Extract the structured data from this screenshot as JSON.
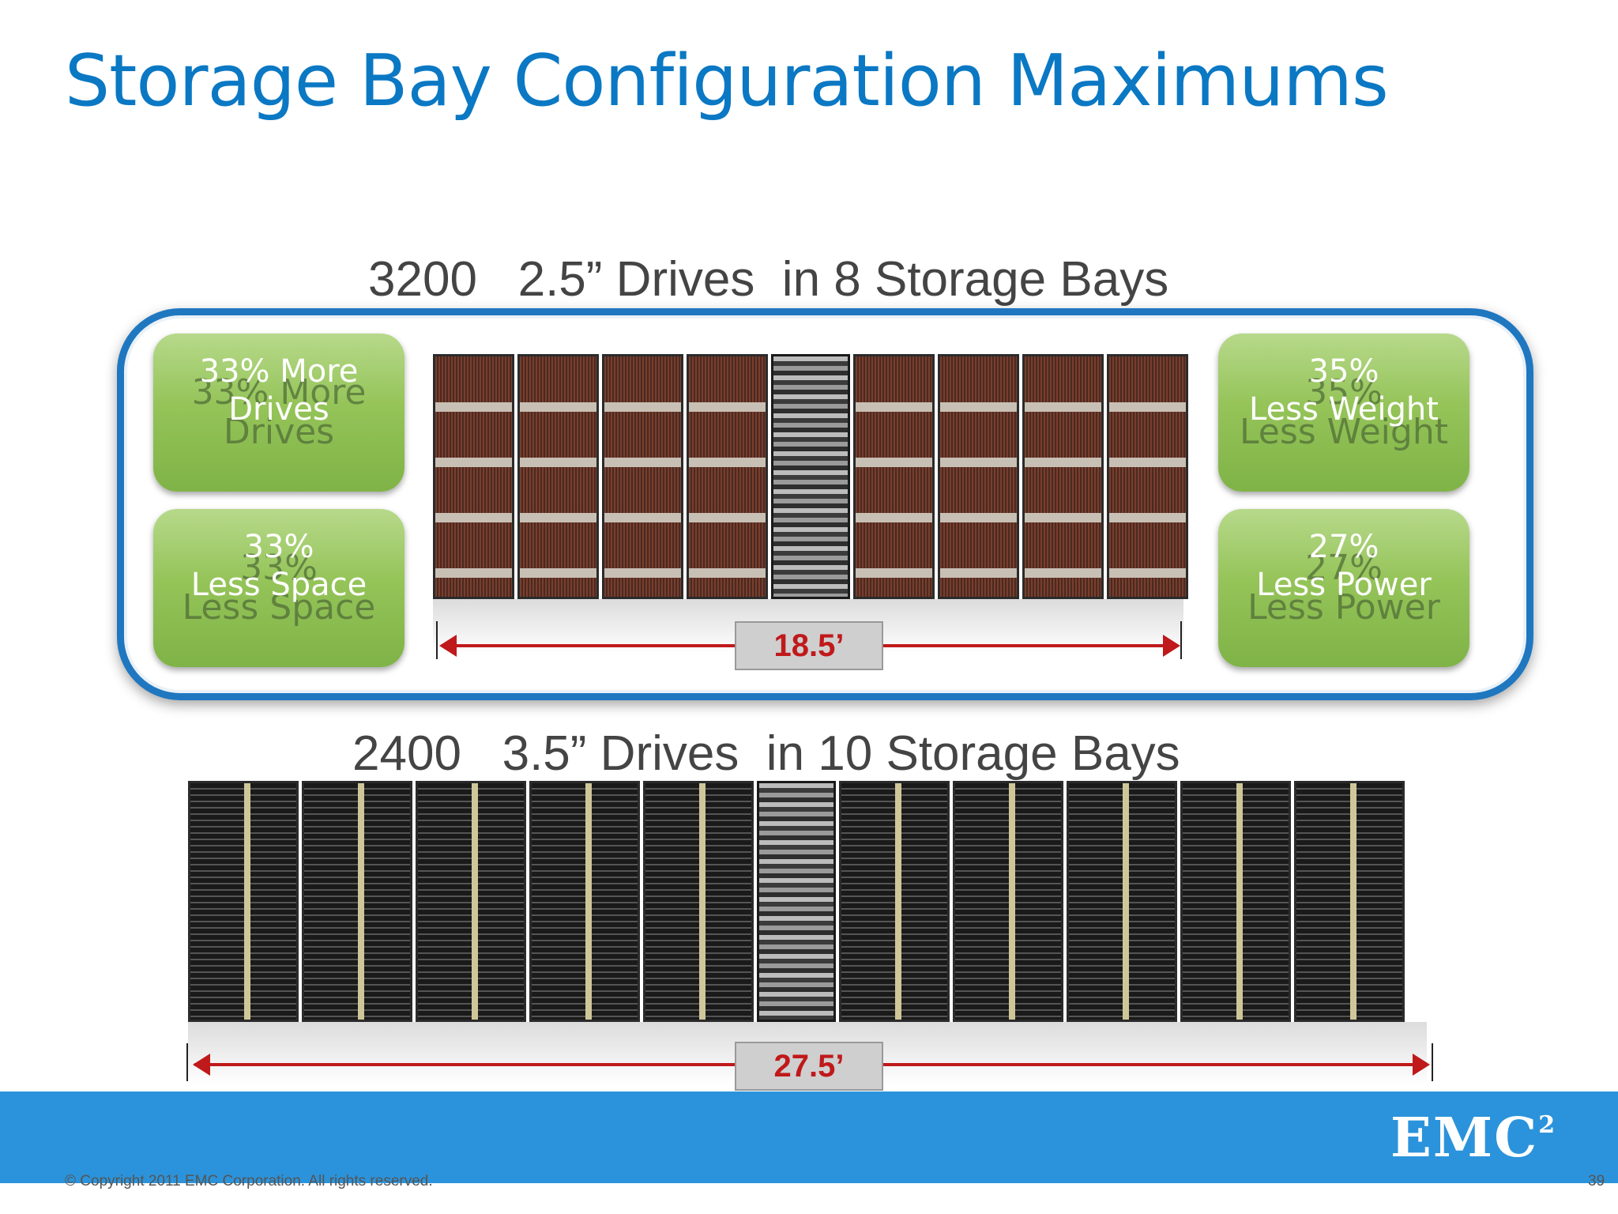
{
  "slide": {
    "title": "Storage Bay Configuration Maximums",
    "top_heading": "3200   2.5” Drives  in 8 Storage Bays",
    "bottom_heading": "2400   3.5” Drives  in 10 Storage Bays",
    "badges": [
      {
        "text": "33% More\nDrives"
      },
      {
        "text": "33%\nLess Space"
      },
      {
        "text": "35%\nLess Weight"
      },
      {
        "text": "27%\nLess Power"
      }
    ],
    "top_width_label": "18.5’",
    "bottom_width_label": "27.5’",
    "copyright": "© Copyright 2011 EMC Corporation. All rights reserved.",
    "page_number": "39",
    "logo_text": "EMC",
    "logo_superscript": "2"
  },
  "colors": {
    "title": "#0b78c4",
    "frame": "#1f77c0",
    "badge": "#95c459",
    "dimension": "#c0191b",
    "footer_bar": "#2b93db"
  }
}
